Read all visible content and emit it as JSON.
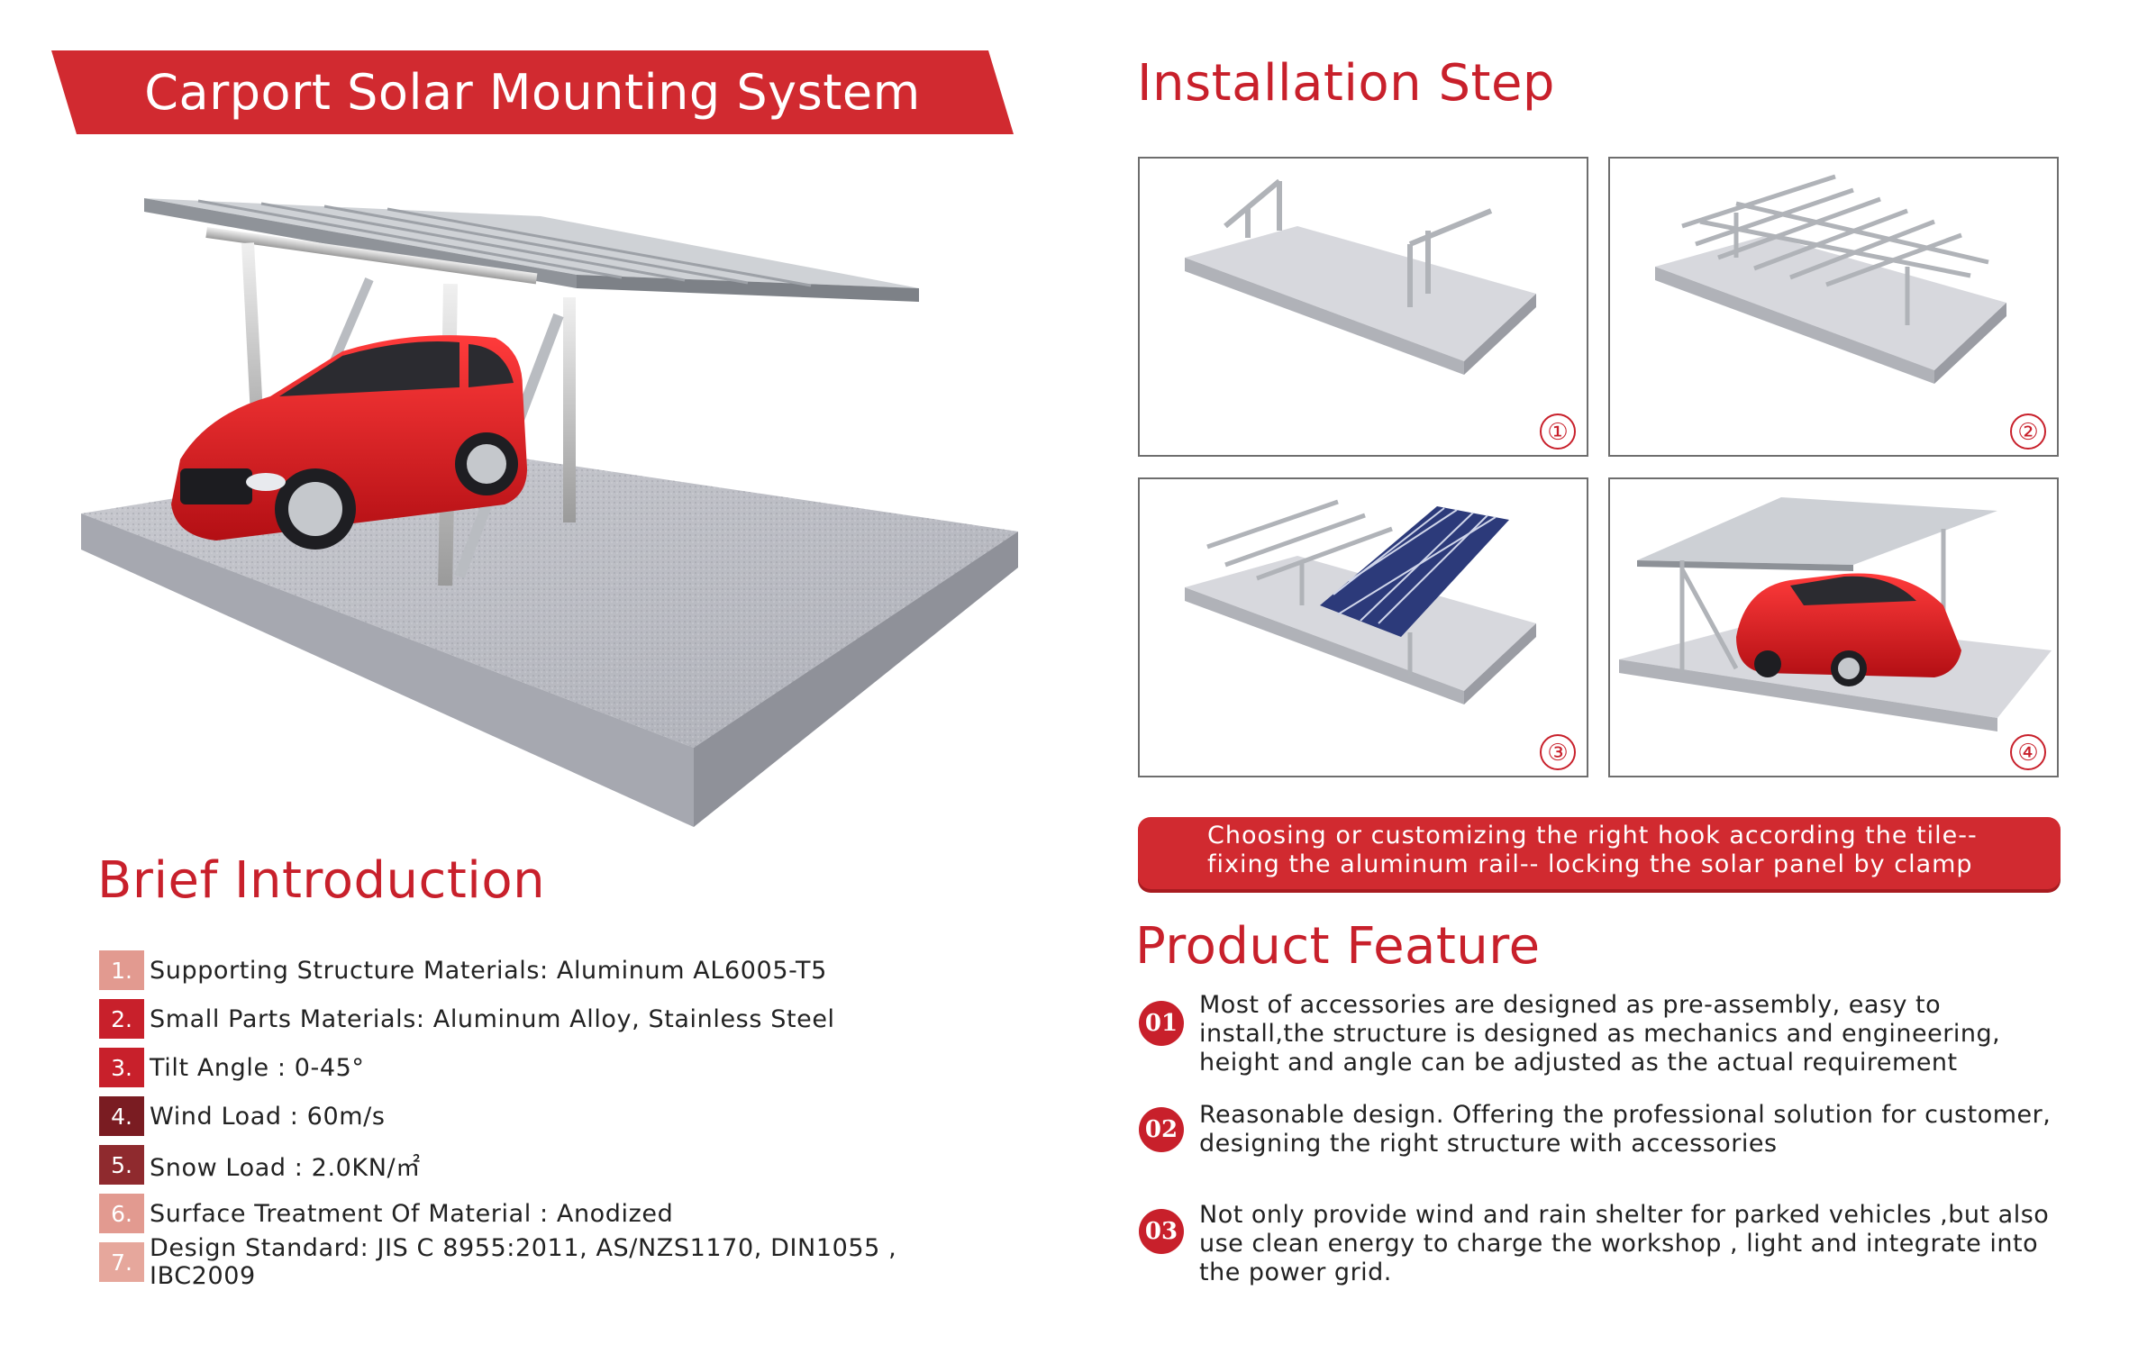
{
  "title": "Carport Solar Mounting System",
  "sections": {
    "installation_heading": "Installation Step",
    "brief_heading": "Brief Introduction",
    "feature_heading": "Product Feature"
  },
  "steps": [
    {
      "number": "①",
      "name": "posts-installed"
    },
    {
      "number": "②",
      "name": "rails-installed"
    },
    {
      "number": "③",
      "name": "panels-installed"
    },
    {
      "number": "④",
      "name": "carport-complete"
    }
  ],
  "installation_caption": "Choosing or customizing the right hook according the tile--fixing the aluminum rail-- locking the solar panel by clamp",
  "brief_intro": [
    {
      "num": "1.",
      "text": "Supporting Structure Materials: Aluminum AL6005-T5",
      "color": "#e29a90"
    },
    {
      "num": "2.",
      "text": "Small Parts Materials: Aluminum Alloy, Stainless Steel",
      "color": "#c8202b"
    },
    {
      "num": "3.",
      "text": "Tilt Angle : 0-45°",
      "color": "#c8202b"
    },
    {
      "num": "4.",
      "text": "Wind Load : 60m/s",
      "color": "#7a1c22"
    },
    {
      "num": "5.",
      "text": "Snow Load : 2.0KN/㎡",
      "color": "#8f2a2e"
    },
    {
      "num": "6.",
      "text": "Surface Treatment Of Material : Anodized",
      "color": "#e29a90"
    },
    {
      "num": "7.",
      "text": "Design Standard: JIS C 8955:2011, AS/NZS1170, DIN1055 , IBC2009",
      "color": "#e6a79c"
    }
  ],
  "features": [
    {
      "num": "01",
      "text": "Most of accessories are designed as pre-assembly, easy to install,the structure is designed as mechanics and engineering, height and angle can be adjusted as the actual requirement"
    },
    {
      "num": "02",
      "text": "Reasonable design. Offering the professional solution for customer, designing the right structure with accessories"
    },
    {
      "num": "03",
      "text": "Not only provide wind and rain shelter for parked vehicles ,but also use clean energy to charge the workshop , light and integrate into the power grid."
    }
  ],
  "colors": {
    "accent": "#c8202b",
    "accent_dark": "#a81b20",
    "frame_border": "#6e6e6e"
  }
}
